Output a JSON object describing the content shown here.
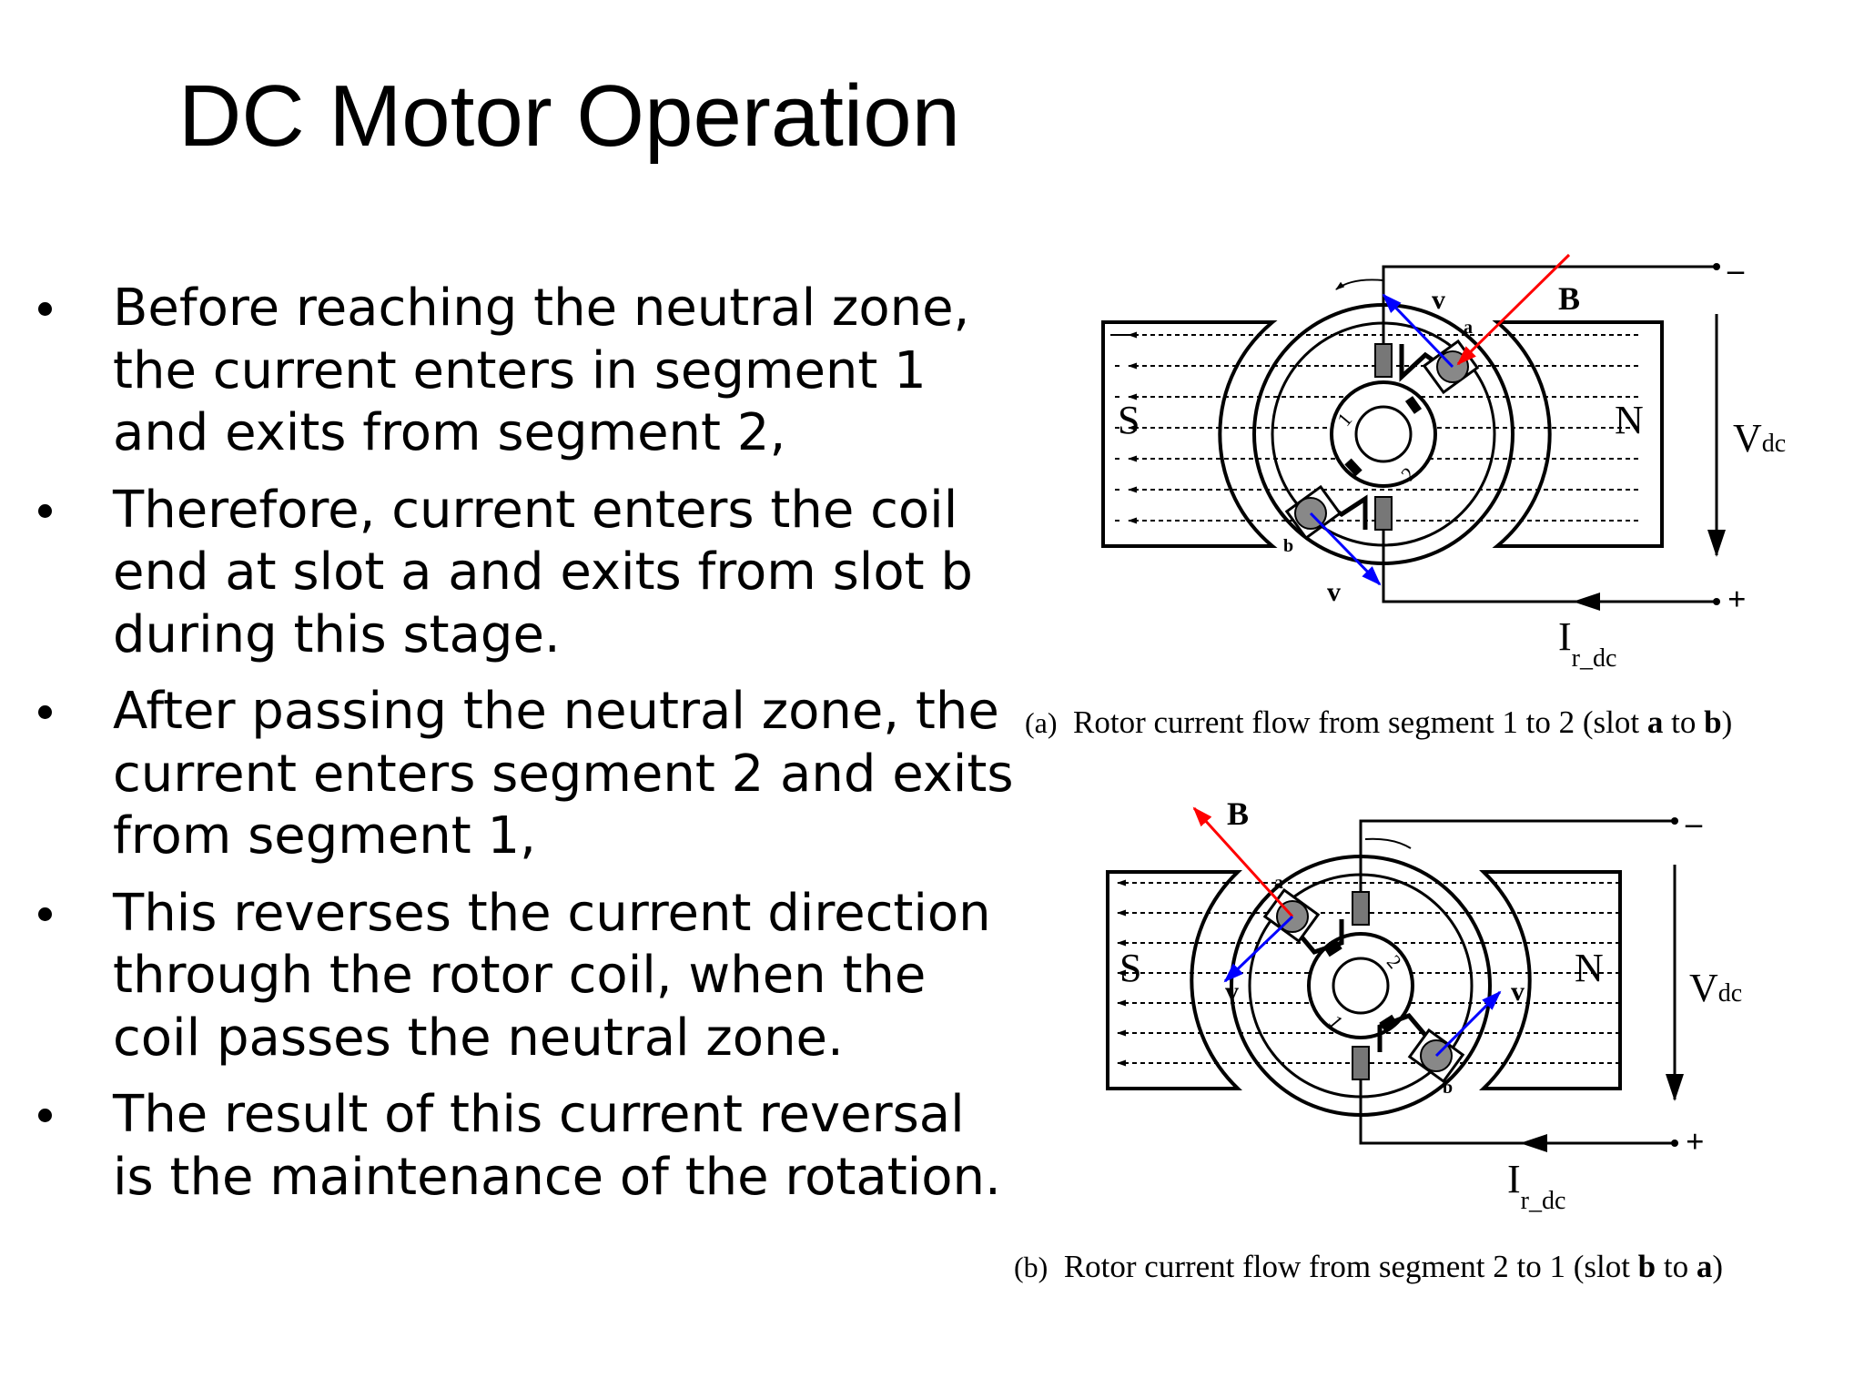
{
  "slide": {
    "title": "DC Motor Operation",
    "bullets": [
      "Before reaching the neutral zone, the current enters in segment 1 and exits from segment 2,",
      "Therefore, current enters the coil end at slot a and exits from slot b during this stage.",
      "After passing the neutral zone, the current enters segment 2 and exits from segment 1,",
      "This reverses the current direction through the rotor coil, when the coil passes the neutral zone.",
      "The result of this current reversal is the maintenance of the rotation."
    ]
  },
  "figure_a": {
    "caption_tag": "(a)",
    "caption_prefix": "Rotor current flow from segment 1 to 2 (slot ",
    "caption_slot1": "a",
    "caption_mid": " to ",
    "caption_slot2": "b",
    "caption_suffix": ")",
    "pole_left": "S",
    "pole_right": "N",
    "field_label": "B",
    "velocity_label": "v",
    "slot_top": "a",
    "slot_bottom": "b",
    "segment_1": "1",
    "segment_2": "2",
    "voltage_main": "V",
    "voltage_sub": "dc",
    "current_main": "I",
    "current_sub": "r_dc",
    "terminal_top": "–",
    "terminal_bottom": "+"
  },
  "figure_b": {
    "caption_tag": "(b)",
    "caption_prefix": "Rotor current flow from segment 2 to 1 (slot ",
    "caption_slot1": "b",
    "caption_mid": " to ",
    "caption_slot2": "a",
    "caption_suffix": ")",
    "pole_left": "S",
    "pole_right": "N",
    "field_label": "B",
    "velocity_label": "v",
    "slot_top": "a",
    "slot_bottom": "b",
    "segment_1": "1",
    "segment_2": "2",
    "voltage_main": "V",
    "voltage_sub": "dc",
    "current_main": "I",
    "current_sub": "r_dc",
    "terminal_top": "–",
    "terminal_bottom": "+"
  },
  "colors": {
    "field_arrow": "#ff0000",
    "velocity_arrow": "#0000ff"
  }
}
